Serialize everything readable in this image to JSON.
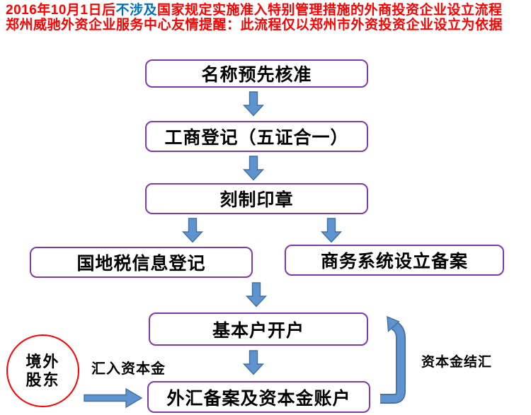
{
  "header": {
    "line1_red1": "2016年10月1日后",
    "line1_blue": "不涉及",
    "line1_red2": "国家规定实施准入特别管理措施的外商投资企业设立流程",
    "line2": "郑州威驰外资企业服务中心友情提醒：此流程仅以郑州市外资投资企业设立为依据"
  },
  "flowchart": {
    "nodes": [
      {
        "id": "name-preapproval",
        "label": "名称预先核准"
      },
      {
        "id": "business-registration",
        "label": "工商登记（五证合一）"
      },
      {
        "id": "seal-engraving",
        "label": "刻制印章"
      },
      {
        "id": "tax-info-registration",
        "label": "国地税信息登记"
      },
      {
        "id": "commerce-system-filing",
        "label": "商务系统设立备案"
      },
      {
        "id": "basic-account-opening",
        "label": "基本户开户"
      },
      {
        "id": "forex-filing-capital-account",
        "label": "外汇备案及资本金账户"
      }
    ],
    "shareholder": {
      "line1": "境外",
      "line2": "股东"
    },
    "edge_labels": {
      "remit_capital": "汇入资本金",
      "capital_settlement": "资本金结汇"
    },
    "edges": [
      {
        "from": "name-preapproval",
        "to": "business-registration"
      },
      {
        "from": "business-registration",
        "to": "seal-engraving"
      },
      {
        "from": "seal-engraving",
        "to": "tax-info-registration"
      },
      {
        "from": "seal-engraving",
        "to": "commerce-system-filing"
      },
      {
        "from": "tax-info-registration",
        "to": "basic-account-opening"
      },
      {
        "from": "commerce-system-filing",
        "to": "basic-account-opening"
      },
      {
        "from": "basic-account-opening",
        "to": "forex-filing-capital-account"
      },
      {
        "from": "overseas-shareholder",
        "to": "forex-filing-capital-account",
        "label": "汇入资本金"
      },
      {
        "from": "forex-filing-capital-account",
        "to": "basic-account-opening",
        "label": "资本金结汇"
      }
    ]
  },
  "colors": {
    "header_red": "#ff0000",
    "header_blue": "#0070c0",
    "box_border_purple": "#7d3baf",
    "arrow_fill_blue": "#5e93cf",
    "arrow_stroke_blue": "#41719c",
    "circle_border_red": "#ff0000"
  }
}
